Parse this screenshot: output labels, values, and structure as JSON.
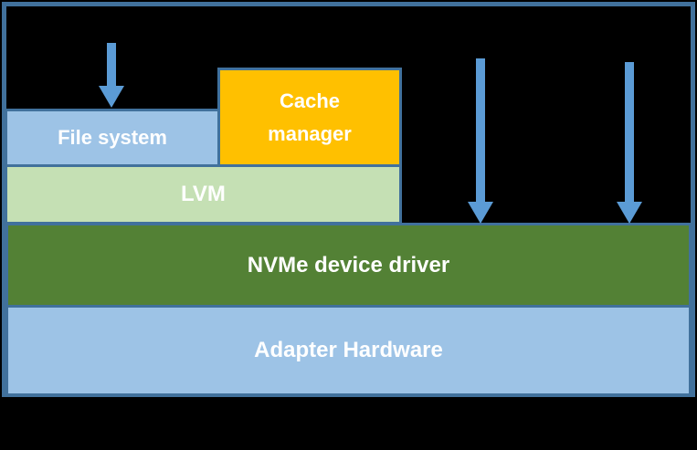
{
  "diagram": {
    "title": "storage-software-stack-diagram",
    "boxes": {
      "file_system": {
        "label": "File system",
        "fill": "#9DC3E6"
      },
      "cache_manager": {
        "label": "Cache manager",
        "fill": "#FFC000"
      },
      "lvm": {
        "label": "LVM",
        "fill": "#C5E0B4"
      },
      "nvme_driver": {
        "label": "NVMe device driver",
        "fill": "#538135"
      },
      "adapter_hw": {
        "label": "Adapter Hardware",
        "fill": "#9DC3E6"
      }
    },
    "arrows": {
      "icon": "arrow-down",
      "direction": "down",
      "count": 3,
      "color": "#5B9BD5"
    },
    "colors": {
      "background": "#000000",
      "frame_border": "#41719C",
      "box_border": "#41719C",
      "text": "#FFFFFF"
    }
  }
}
